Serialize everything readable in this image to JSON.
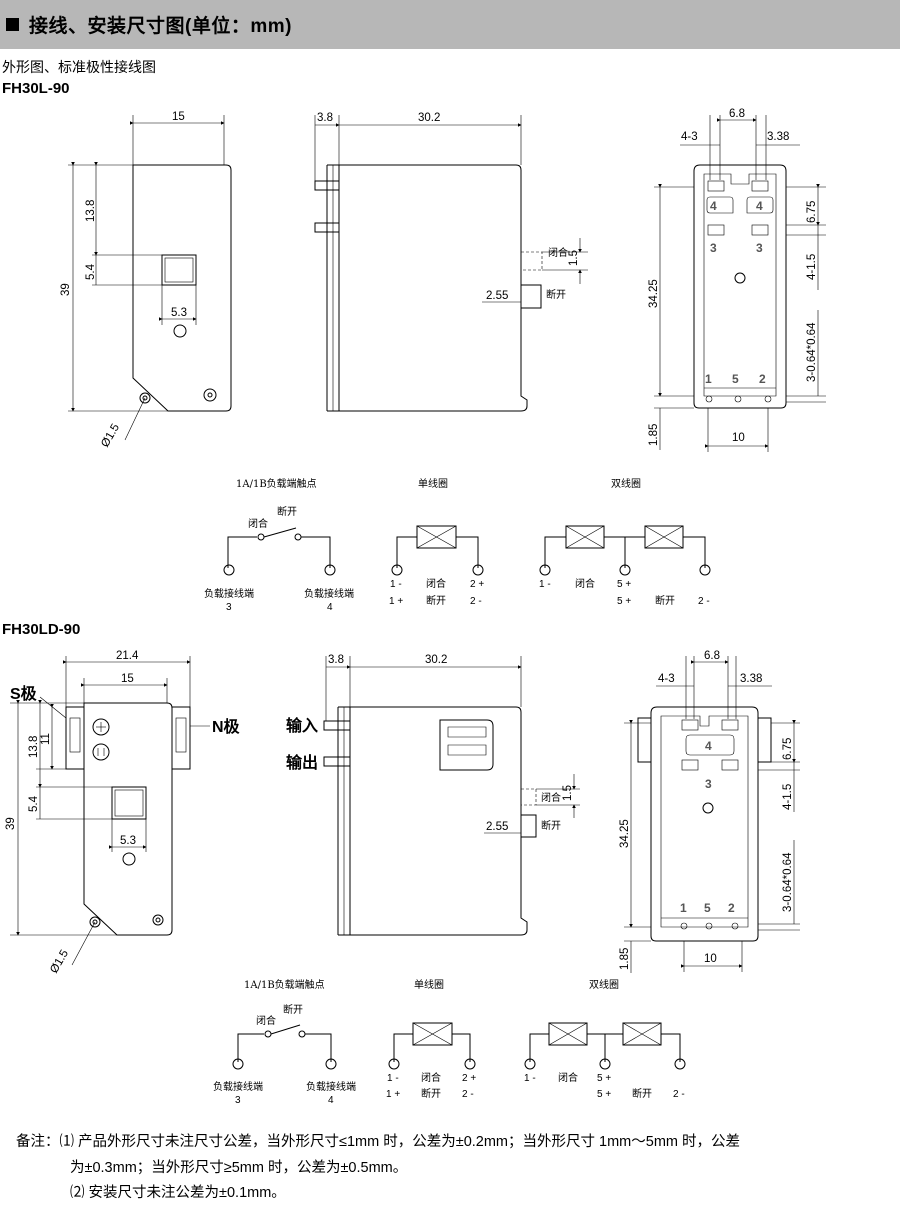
{
  "header": {
    "title": "接线、安装尺寸图(单位：mm)"
  },
  "subtitle": "外形图、标准极性接线图",
  "models": [
    "FH30L-90",
    "FH30LD-90"
  ],
  "dims": {
    "d15": "15",
    "d38": "3.8",
    "d302": "30.2",
    "d68": "6.8",
    "d43": "4-3",
    "d338": "3.38",
    "d138": "13.8",
    "d54": "5.4",
    "d39": "39",
    "d53": "5.3",
    "d15b": "1.5",
    "d255": "2.55",
    "d675": "6.75",
    "d415": "4-1.5",
    "d3425": "34.25",
    "d3064": "3-0.64*0.64",
    "d185": "1.85",
    "d10": "10",
    "dphi": "Ø1.5",
    "d214": "21.4",
    "d11": "11"
  },
  "labels": {
    "close": "闭合",
    "open": "断开",
    "s_pole": "S极",
    "n_pole": "N极",
    "input": "输入",
    "output": "输出",
    "load_contact": "1A/1B负载端触点",
    "single_coil": "单线圈",
    "double_coil": "双线圈",
    "load_terminal": "负载接线端",
    "t3": "3",
    "t4": "4",
    "p1m": "1 -",
    "p1p": "1 +",
    "p2p": "2 +",
    "p2m": "2 -",
    "p5p": "5 +",
    "pin1": "1",
    "pin2": "2",
    "pin3": "3",
    "pin4": "4",
    "pin5": "5"
  },
  "notes": {
    "line1": "备注：⑴  产品外形尺寸未注尺寸公差，当外形尺寸≤1mm 时，公差为±0.2mm；当外形尺寸  1mm～5mm 时，公差",
    "line2": "为±0.3mm；当外形尺寸≥5mm 时，公差为±0.5mm。",
    "line3": "⑵  安装尺寸未注公差为±0.1mm。"
  }
}
